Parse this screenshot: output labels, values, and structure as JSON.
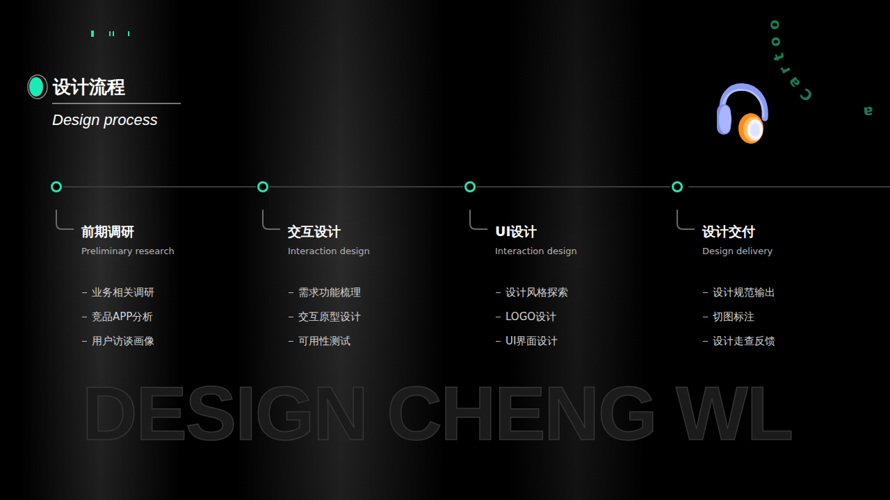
{
  "diagram": {
    "title": "设计流程",
    "nodes": [
      {
        "text": [
          "前期调研",
          "Preliminary research",
          "业务相关调研",
          "竞品APP分析",
          "用户访谈画像"
        ]
      },
      {
        "text": [
          "交互设计",
          "Interaction design",
          "需求功能梳理",
          "交互原型设计",
          "可用性测试"
        ]
      },
      {
        "text": [
          "UI设计",
          "Interaction design",
          "设计风格探索",
          "LOGO设计",
          "UI界面设计"
        ]
      },
      {
        "text": [
          "设计交付",
          "Design delivery",
          "设计规范输出",
          "切图标注",
          "设计走查反馈"
        ]
      }
    ],
    "edges": [
      {
        "from": 0,
        "to": 1,
        "arrow": "none"
      },
      {
        "from": 1,
        "to": 2,
        "arrow": "none"
      },
      {
        "from": 2,
        "to": 3,
        "arrow": "none"
      }
    ],
    "labels": [
      "Design process",
      "Cartoo",
      "a",
      "DESIGN CHENG WL"
    ]
  }
}
